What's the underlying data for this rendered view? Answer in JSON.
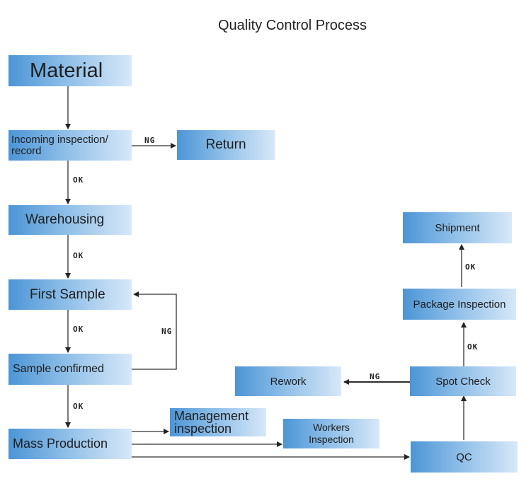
{
  "title": "Quality Control Process",
  "nodes": {
    "material": "Material",
    "incoming_inspection": "Incoming inspection/\nrecord",
    "return": "Return",
    "warehousing": "Warehousing",
    "first_sample": "First Sample",
    "sample_confirmed": "Sample confirmed",
    "mass_production": "Mass Production",
    "management_inspection": "Management\ninspection",
    "workers_inspection": "Workers\nInspection",
    "qc": "QC",
    "spot_check": "Spot Check",
    "rework": "Rework",
    "package_inspection": "Package Inspection",
    "shipment": "Shipment"
  },
  "edge_labels": {
    "incoming_to_return": "NG",
    "incoming_to_warehousing": "OK",
    "warehousing_to_first_sample": "OK",
    "first_sample_to_confirmed": "OK",
    "confirmed_back_to_first_sample": "NG",
    "confirmed_to_mass_production": "OK",
    "spot_check_to_rework": "NG",
    "spot_check_to_package": "OK",
    "package_to_shipment": "OK"
  }
}
